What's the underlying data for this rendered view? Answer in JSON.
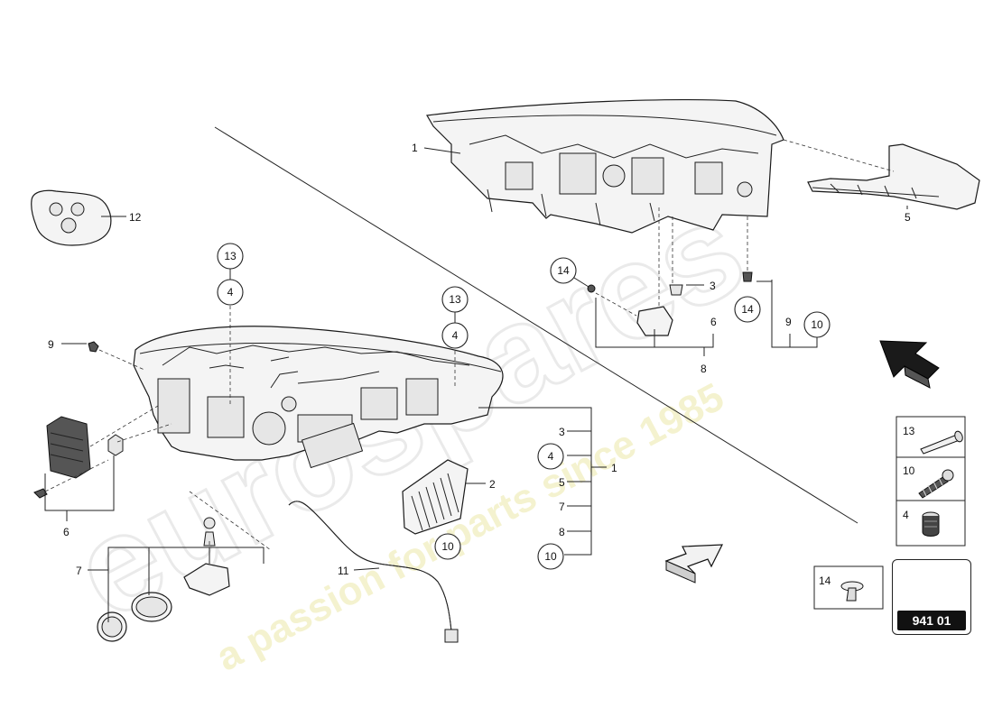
{
  "diagram": {
    "watermark": {
      "brand": "eurospares",
      "tagline": "a passion for parts since 1985"
    },
    "callouts": {
      "c1_top": "1",
      "c12": "12",
      "c5": "5",
      "c13_a": "13",
      "c4_a": "4",
      "c13_b": "13",
      "c4_b": "4",
      "c14_a": "14",
      "c3_top": "3",
      "c14_b": "14",
      "c6_mid": "6",
      "c9_right": "9",
      "c10_right": "10",
      "c8_mid": "8",
      "c9_left": "9",
      "c6_left": "6",
      "c7_left": "7",
      "c11": "11",
      "c10_lower": "10",
      "c2": "2",
      "g_3": "3",
      "g_4": "4",
      "g_5": "5",
      "g_7": "7",
      "g_8": "8",
      "g_10": "10",
      "g_1": "1"
    },
    "legend": {
      "item13": "13",
      "item10": "10",
      "item4": "4",
      "item14": "14"
    },
    "reference": "941 01"
  }
}
